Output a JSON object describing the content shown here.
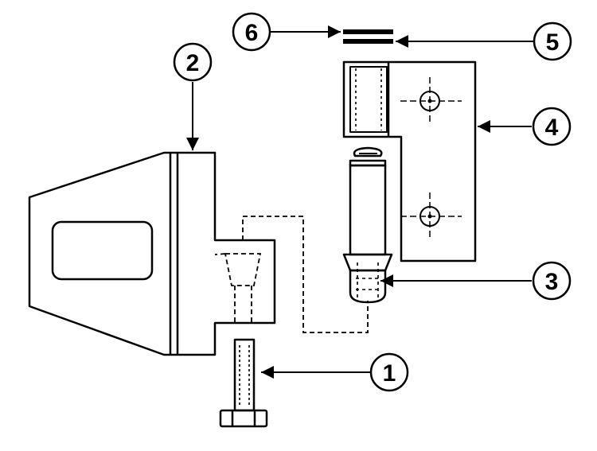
{
  "diagram": {
    "stroke_color": "#000000",
    "background_color": "#ffffff",
    "callouts": [
      {
        "id": "c1",
        "label": "1"
      },
      {
        "id": "c2",
        "label": "2"
      },
      {
        "id": "c3",
        "label": "3"
      },
      {
        "id": "c4",
        "label": "4"
      },
      {
        "id": "c5",
        "label": "5"
      },
      {
        "id": "c6",
        "label": "6"
      }
    ]
  }
}
